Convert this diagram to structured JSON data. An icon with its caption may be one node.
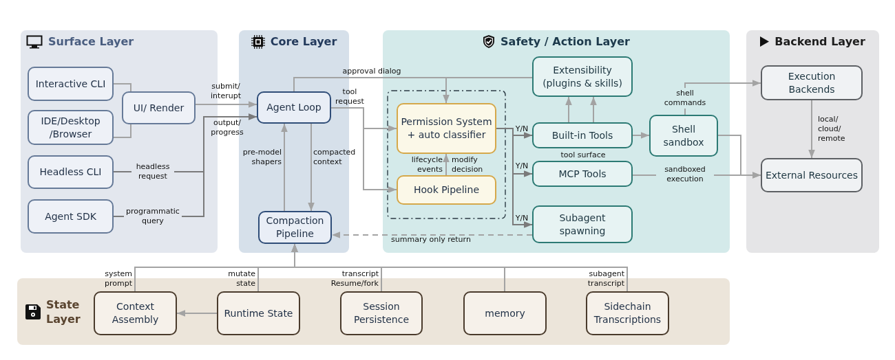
{
  "diagram": {
    "nodes": [
      {
        "text": [
          "Surface Layer"
        ]
      },
      {
        "text": [
          "Interactive CLI"
        ],
        "in": 0
      },
      {
        "text": [
          "IDE/Desktop /Browser"
        ],
        "in": 0
      },
      {
        "text": [
          "Headless CLI"
        ],
        "in": 0
      },
      {
        "text": [
          "Agent SDK"
        ],
        "in": 0
      },
      {
        "text": [
          "UI/ Render"
        ],
        "in": 0
      },
      {
        "text": [
          "Core Layer"
        ]
      },
      {
        "text": [
          "Agent Loop"
        ],
        "in": 6
      },
      {
        "text": [
          "Compaction Pipeline"
        ],
        "in": 6
      },
      {
        "text": [
          "Safety / Action Layer"
        ]
      },
      {
        "text": [
          "Permission System + auto classifier"
        ],
        "in": 9
      },
      {
        "text": [
          "Hook Pipeline"
        ],
        "in": 9
      },
      {
        "text": [
          "Extensibility (plugins & skills)"
        ],
        "in": 9
      },
      {
        "text": [
          "Built-in Tools"
        ],
        "in": 9
      },
      {
        "text": [
          "MCP Tools"
        ],
        "in": 9
      },
      {
        "text": [
          "Subagent spawning"
        ],
        "in": 9
      },
      {
        "text": [
          "Shell sandbox"
        ],
        "in": 9
      },
      {
        "text": [
          "Backend Layer"
        ]
      },
      {
        "text": [
          "Execution Backends"
        ],
        "in": 17
      },
      {
        "text": [
          "External Resources"
        ],
        "in": 17
      },
      {
        "text": [
          "State Layer"
        ]
      },
      {
        "text": [
          "Context Assembly"
        ],
        "in": 20
      },
      {
        "text": [
          "Runtime State"
        ],
        "in": 20
      },
      {
        "text": [
          "Session Persistence"
        ],
        "in": 20
      },
      {
        "text": [
          "memory"
        ],
        "in": 20
      },
      {
        "text": [
          "Sidechain Transcriptions"
        ],
        "in": 20
      }
    ],
    "edges": [
      {
        "from": 1,
        "to": 5,
        "arrow": "to"
      },
      {
        "from": 2,
        "to": 5,
        "arrow": "to"
      },
      {
        "from": 5,
        "to": 7,
        "arrow": "to",
        "label": "submit/ interupt"
      },
      {
        "from": 3,
        "to": 7,
        "arrow": "to",
        "label": "headless request",
        "color": "#7a7a7a"
      },
      {
        "from": 4,
        "to": 7,
        "arrow": "to",
        "label": "programmatic query",
        "color": "#7a7a7a"
      },
      {
        "from": 7,
        "to": 10,
        "arrow": "to",
        "label": "approval dialog"
      },
      {
        "from": 7,
        "to": 12,
        "arrow": "none"
      },
      {
        "from": 7,
        "to": 10,
        "arrow": "to",
        "label": "tool request"
      },
      {
        "from": 7,
        "to": 11,
        "arrow": "to"
      },
      {
        "from": 11,
        "to": 10,
        "arrow": "to",
        "label": "modify decision"
      },
      {
        "from": 10,
        "to": 13,
        "arrow": "to",
        "label": "Y/N",
        "color": "#7a7a7a"
      },
      {
        "from": 10,
        "to": 14,
        "arrow": "to",
        "label": "Y/N",
        "color": "#7a7a7a"
      },
      {
        "from": 10,
        "to": 15,
        "arrow": "to",
        "label": "Y/N",
        "color": "#7a7a7a"
      },
      {
        "from": 13,
        "to": 12,
        "arrow": "to"
      },
      {
        "from": 13,
        "to": 12,
        "arrow": "to"
      },
      {
        "from": 13,
        "to": 16,
        "arrow": "to"
      },
      {
        "from": 16,
        "to": 18,
        "arrow": "to",
        "label": "shell commands"
      },
      {
        "from": 16,
        "to": 19,
        "arrow": "to"
      },
      {
        "from": 14,
        "to": 19,
        "arrow": "to",
        "label": "sandboxed execution"
      },
      {
        "from": 18,
        "to": 19,
        "arrow": "to",
        "label": "local/ cloud/ remote"
      },
      {
        "from": 15,
        "to": 8,
        "arrow": "to",
        "label": "summary only return",
        "style": "dashed"
      },
      {
        "from": 7,
        "to": 8,
        "arrow": "to",
        "label": "compacted context"
      },
      {
        "from": 8,
        "to": 7,
        "arrow": "to",
        "label": "pre-model shapers"
      },
      {
        "from": 21,
        "to": 8,
        "arrow": "to",
        "label": "system prompt"
      },
      {
        "from": 22,
        "to": 8,
        "arrow": "to",
        "label": "mutate state"
      },
      {
        "from": 23,
        "to": 8,
        "arrow": "to",
        "label": "transcript Resume/fork"
      },
      {
        "from": 24,
        "to": 8,
        "arrow": "to"
      },
      {
        "from": 25,
        "to": 8,
        "arrow": "to",
        "label": "subagent transcript"
      },
      {
        "from": 22,
        "to": 21,
        "arrow": "to"
      }
    ],
    "labels": [
      "output/ progress",
      "lifecycle events",
      "tool surface"
    ]
  }
}
